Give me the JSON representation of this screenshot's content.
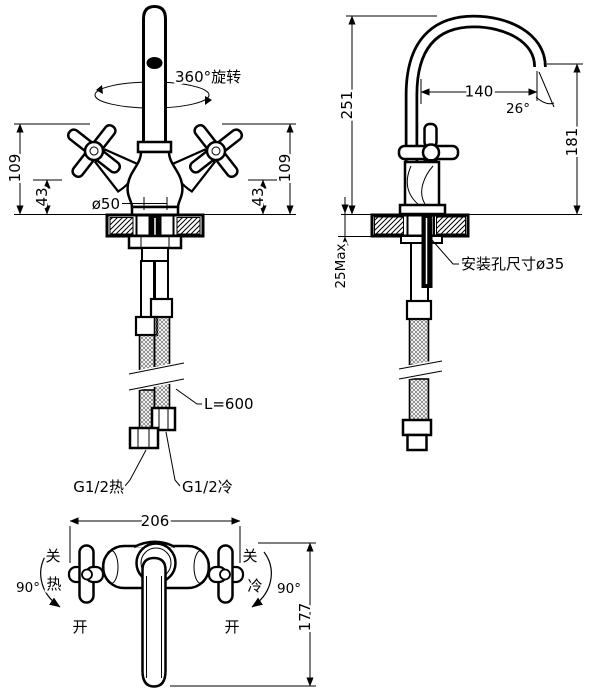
{
  "colors": {
    "line": "#000000",
    "background": "#ffffff"
  },
  "front_view": {
    "rotation_label": "360°旋转",
    "dim_height_left": "109",
    "dim_spacing_left": "43",
    "dim_height_right": "109",
    "dim_spacing_right": "43",
    "base_diameter": "ø50",
    "hose_length": "L=600",
    "hot_inlet": "G1/2热",
    "cold_inlet": "G1/2冷"
  },
  "side_view": {
    "dim_total_height": "251",
    "dim_spout_reach": "140",
    "outlet_angle": "26°",
    "dim_spout_height": "181",
    "deck_thickness": "25Max",
    "mounting_hole_label": "安装孔尺寸ø35"
  },
  "top_view": {
    "dim_width": "206",
    "dim_depth": "177",
    "left_close": "关",
    "left_hot": "热",
    "left_open": "开",
    "left_angle": "90°",
    "right_close": "关",
    "right_cold": "冷",
    "right_open": "开",
    "right_angle": "90°"
  }
}
